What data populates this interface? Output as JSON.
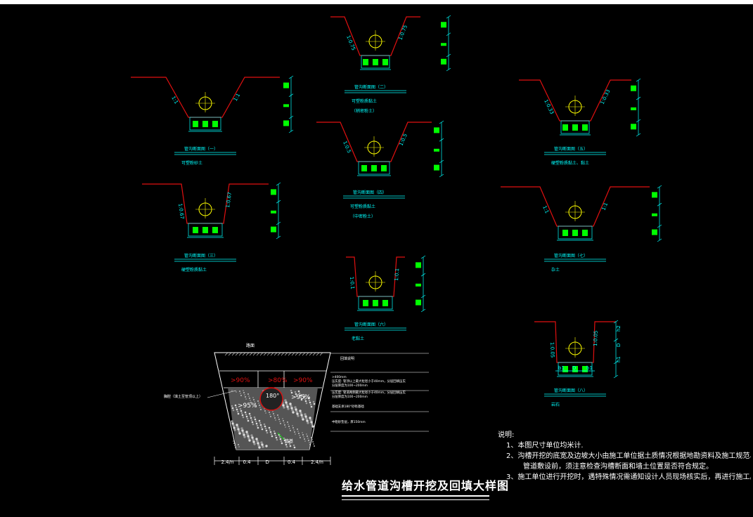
{
  "drawing": {
    "title": "给水管道沟槽开挖及回填大样图",
    "notes_heading": "说明:",
    "notes": [
      "1、本图尺寸单位均米计.",
      "2、沟槽开挖的底宽及边坡大小由施工单位据土质情况根据地勘资料及施工规范、规程确定",
      "管道敷设前，须注意检查沟槽断面和墙土位置是否符合规定。",
      "3、施工单位进行开挖时，遇特殊情况需通知设计人员现场核实后，再进行施工。"
    ]
  },
  "sections": [
    {
      "id": "s1",
      "caption": "管沟断面图（一）",
      "note1": "可塑粉砂土",
      "note2": "",
      "slope": "1:1"
    },
    {
      "id": "s2",
      "caption": "管沟断面图（二）",
      "note1": "可塑粉质黏土",
      "note2": "（稍密粉土）",
      "slope": "1:0.75"
    },
    {
      "id": "s3",
      "caption": "管沟断面图（三）",
      "note1": "硬塑粉质黏土",
      "note2": "",
      "slope": "1:0.67"
    },
    {
      "id": "s4",
      "caption": "管沟断面图（四）",
      "note1": "可塑粉质黏土",
      "note2": "（中密粉土）",
      "slope": "1:0.5"
    },
    {
      "id": "s5",
      "caption": "管沟断面图（五）",
      "note1": "硬塑粉质黏土、黏土",
      "note2": "",
      "slope": "1:0.33"
    },
    {
      "id": "s6",
      "caption": "管沟断面图（六）",
      "note1": "老黏土",
      "note2": "",
      "slope": "1:0.1"
    },
    {
      "id": "s7",
      "caption": "管沟断面图（七）",
      "note1": "杂土",
      "note2": "",
      "slope": "1:1"
    },
    {
      "id": "s8",
      "caption": "管沟断面图（八）",
      "note1": "岩石",
      "note2": "",
      "slope": "1:0.05"
    }
  ],
  "backfill": {
    "top_label": "路面",
    "side_label": "胸腔（填土至管顶以上）",
    "bottom_label": "管基",
    "zones": [
      ">90%",
      ">80%",
      ">90%"
    ],
    "side_zones": [
      ">95%",
      ">95%"
    ],
    "angle": "180°",
    "dims": [
      "2.4/n",
      "0.4",
      "D",
      "0.4",
      "2.4/n"
    ],
    "table_head": "回填说明",
    "table_rows": [
      ">400mm",
      "压实度: 管顶以上最大粒径小于40mm，分层回填压实",
      "分层厚度为100~200mm",
      "压实度: 管道两侧最大粒径小于40mm，分层回填压实",
      "分层厚度为100~200mm",
      "基础支承180°砂砾基础",
      "中粗砂垫层，厚150mm"
    ]
  },
  "dim_labels": {
    "s8_right": [
      "h2",
      "D",
      "h1"
    ],
    "s8_bottom": [
      "b1",
      "D",
      "b1"
    ]
  }
}
